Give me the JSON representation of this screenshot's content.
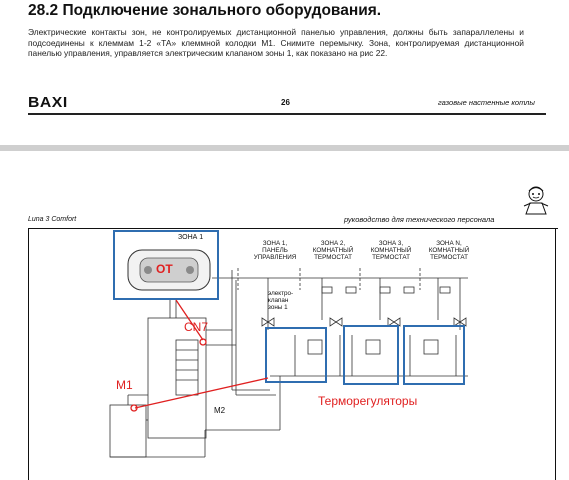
{
  "document": {
    "heading": "28.2 Подключение зонального оборудования.",
    "paragraph": "Электрические контакты зон, не контролируемых дистанционной панелью управления, должны быть запараллелены и подсоединены к клеммам 1-2 «ТА» клеммной колодки М1. Снимите перемычку. Зона, контролируемая дистанционной панелью управления, управляется электрическим клапаном зоны 1, как показано на рис 22.",
    "logo": "BAXI",
    "page_number": "26",
    "footer_right": "газовые настенные котлы"
  },
  "lower_page": {
    "model": "Luna 3 Comfort",
    "manual_title": "руководство для технического персонала"
  },
  "diagram": {
    "zone_box_label": "ЗОНА 1",
    "zone_labels": [
      "ЗОНА 1,\nПАНЕЛЬ\nУПРАВЛЕНИЯ",
      "ЗОНА 2,\nКОМНАТНЫЙ\nТЕРМОСТАТ",
      "ЗОНА 3,\nКОМНАТНЫЙ\nТЕРМОСТАТ",
      "ЗОНА N,\nКОМНАТНЫЙ\nТЕРМОСТАТ"
    ],
    "valve_label": "электро-\nклапан\nзоны 1",
    "annotations": {
      "ot": "OT",
      "cn7": "CN7",
      "m1": "M1",
      "m2": "M2",
      "thermoregulators": "Терморегуляторы"
    },
    "accent_color": "#e02020",
    "highlight_color": "#2f6db0"
  }
}
